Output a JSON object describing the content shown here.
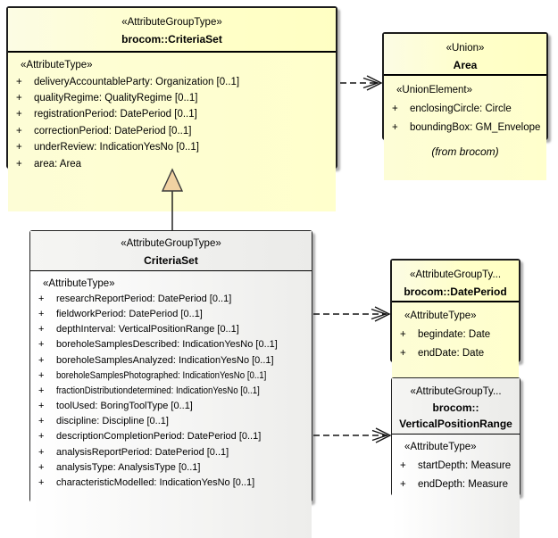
{
  "colors": {
    "class_fill_yellow": "#ffffcc",
    "class_fill_gray": "#efefed",
    "border": "#1c1c1c",
    "shadow": "#b5b5b5",
    "generalization_triangle_fill": "#f1d2a2"
  },
  "a": {
    "stereotype": "«AttributeGroupType»",
    "name": "brocom::CriteriaSet",
    "section": "«AttributeType»",
    "attrs": [
      {
        "v": "+",
        "t": "deliveryAccountableParty: Organization [0..1]"
      },
      {
        "v": "+",
        "t": "qualityRegime: QualityRegime [0..1]"
      },
      {
        "v": "+",
        "t": "registrationPeriod: DatePeriod [0..1]"
      },
      {
        "v": "+",
        "t": "correctionPeriod: DatePeriod [0..1]"
      },
      {
        "v": "+",
        "t": "underReview: IndicationYesNo [0..1]"
      },
      {
        "v": "+",
        "t": "area: Area"
      }
    ]
  },
  "b": {
    "stereotype": "«Union»",
    "name": "Area",
    "section": "«UnionElement»",
    "attrs": [
      {
        "v": "+",
        "t": "enclosingCircle: Circle"
      },
      {
        "v": "+",
        "t": "boundingBox: GM_Envelope"
      }
    ],
    "caption": "(from brocom)"
  },
  "c": {
    "stereotype": "«AttributeGroupType»",
    "name": "CriteriaSet",
    "section": "«AttributeType»",
    "attrs": [
      {
        "v": "+",
        "t": "researchReportPeriod: DatePeriod [0..1]"
      },
      {
        "v": "+",
        "t": "fieldworkPeriod: DatePeriod [0..1]"
      },
      {
        "v": "+",
        "t": "depthInterval: VerticalPositionRange [0..1]"
      },
      {
        "v": "+",
        "t": "boreholeSamplesDescribed: IndicationYesNo [0..1]"
      },
      {
        "v": "+",
        "t": "boreholeSamplesAnalyzed: IndicationYesNo [0..1]"
      },
      {
        "v": "+",
        "t": "boreholeSamplesPhotographed: IndicationYesNo [0..1]"
      },
      {
        "v": "+",
        "t": "fractionDistributiondetermined: IndicationYesNo [0..1]"
      },
      {
        "v": "+",
        "t": "toolUsed: BoringToolType [0..1]"
      },
      {
        "v": "+",
        "t": "discipline: Discipline [0..1]"
      },
      {
        "v": "+",
        "t": "descriptionCompletionPeriod: DatePeriod [0..1]"
      },
      {
        "v": "+",
        "t": "analysisReportPeriod: DatePeriod [0..1]"
      },
      {
        "v": "+",
        "t": "analysisType: AnalysisType [0..1]"
      },
      {
        "v": "+",
        "t": "characteristicModelled: IndicationYesNo [0..1]"
      }
    ]
  },
  "d": {
    "stereotype": "«AttributeGroupTy...",
    "name": "brocom::DatePeriod",
    "section": "«AttributeType»",
    "attrs": [
      {
        "v": "+",
        "t": "begindate: Date"
      },
      {
        "v": "+",
        "t": "endDate: Date"
      }
    ]
  },
  "e": {
    "stereotype": "«AttributeGroupTy...",
    "name_line1": "brocom::",
    "name_line2": "VerticalPositionRange",
    "section": "«AttributeType»",
    "attrs": [
      {
        "v": "+",
        "t": "startDepth: Measure"
      },
      {
        "v": "+",
        "t": "endDepth: Measure"
      }
    ]
  }
}
